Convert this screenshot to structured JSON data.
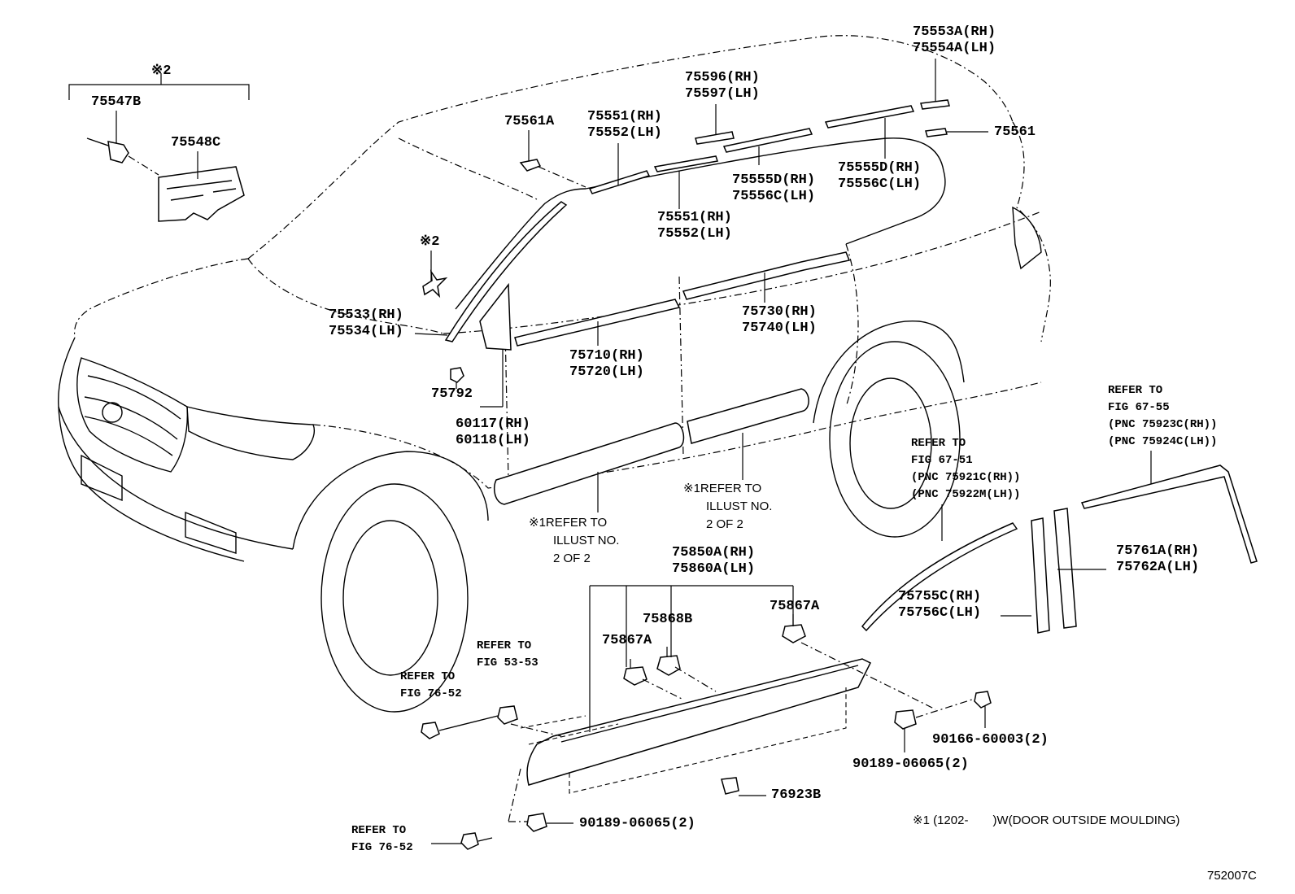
{
  "diagram_code": "752007C",
  "group_mark_label": "※2",
  "part_labels": {
    "p75547B": "75547B",
    "p75548C": "75548C",
    "star2": "※2",
    "p75561A": "75561A",
    "p75551_top": [
      "75551(RH)",
      "75552(LH)"
    ],
    "p75596": [
      "75596(RH)",
      "75597(LH)"
    ],
    "p75553A": [
      "75553A(RH)",
      "75554A(LH)"
    ],
    "p75561": "75561",
    "p75555D_mid": [
      "75555D(RH)",
      "75556C(LH)"
    ],
    "p75555D_right": [
      "75555D(RH)",
      "75556C(LH)"
    ],
    "p75551_mid": [
      "75551(RH)",
      "75552(LH)"
    ],
    "p75533": [
      "75533(RH)",
      "75534(LH)"
    ],
    "p75730": [
      "75730(RH)",
      "75740(LH)"
    ],
    "p75710": [
      "75710(RH)",
      "75720(LH)"
    ],
    "p75792": "75792",
    "p60117": [
      "60117(RH)",
      "60118(LH)"
    ],
    "p75850A": [
      "75850A(RH)",
      "75860A(LH)"
    ],
    "p75867A_right": "75867A",
    "p75868B": "75868B",
    "p75867A_left": "75867A",
    "p75761A": [
      "75761A(RH)",
      "75762A(LH)"
    ],
    "p75755C": [
      "75755C(RH)",
      "75756C(LH)"
    ],
    "p90166": "90166-60003(2)",
    "p90189_right": "90189-06065(2)",
    "p76923B": "76923B",
    "p90189_bottom": "90189-06065(2)"
  },
  "notes": {
    "refer_illust_left": [
      "※1REFER TO",
      "ILLUST NO.",
      "2 OF 2"
    ],
    "refer_illust_right": [
      "※1REFER TO",
      "ILLUST NO.",
      "2 OF 2"
    ],
    "footnote": "※1 (1202-　　)W(DOOR OUTSIDE MOULDING)"
  },
  "references": {
    "fig_67_55": [
      "REFER TO",
      "FIG 67-55",
      "(PNC 75923C(RH))",
      "(PNC 75924C(LH))"
    ],
    "fig_67_51": [
      "REFER TO",
      "FIG 67-51",
      "(PNC 75921C(RH))",
      "(PNC 75922M(LH))"
    ],
    "fig_53_53": [
      "REFER TO",
      "FIG 53-53"
    ],
    "fig_76_52_top": [
      "REFER TO",
      "FIG 76-52"
    ],
    "fig_76_52_bottom": [
      "REFER TO",
      "FIG 76-52"
    ]
  }
}
